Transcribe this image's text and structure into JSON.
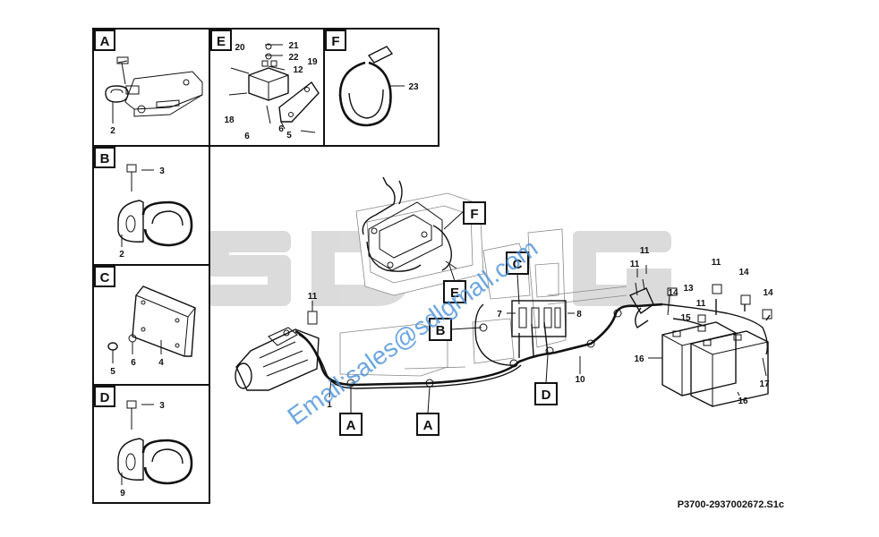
{
  "watermark": {
    "brand": "SDLG",
    "email": "Email:sales@sdlgmall.com",
    "brand_color": "#c8c8c8",
    "email_color": "#4a90d9"
  },
  "reference_code": "P3700-2937002672.S1c",
  "detail_panels": [
    "A",
    "B",
    "C",
    "D",
    "E",
    "F"
  ],
  "main_view_tags": [
    "F",
    "E",
    "C",
    "B",
    "D",
    "A",
    "A"
  ],
  "callouts": {
    "a2": "2",
    "b3": "3",
    "b2": "2",
    "c4": "4",
    "c5": "5",
    "c6": "6",
    "d3": "3",
    "d9": "9",
    "e20": "20",
    "e21": "21",
    "e22": "22",
    "e12": "12",
    "e19": "19",
    "e18": "18",
    "e6a": "6",
    "e6b": "6",
    "e5": "5",
    "f23": "23",
    "m11a": "11",
    "m1": "1",
    "m7": "7",
    "m8": "8",
    "m10": "10",
    "m11b": "11",
    "m11c": "11",
    "m11d": "11",
    "m11e": "11",
    "m14a": "14",
    "m14b": "14",
    "m14c": "14",
    "m13": "13",
    "m15": "15",
    "m16a": "16",
    "m16b": "16",
    "m17": "17"
  }
}
